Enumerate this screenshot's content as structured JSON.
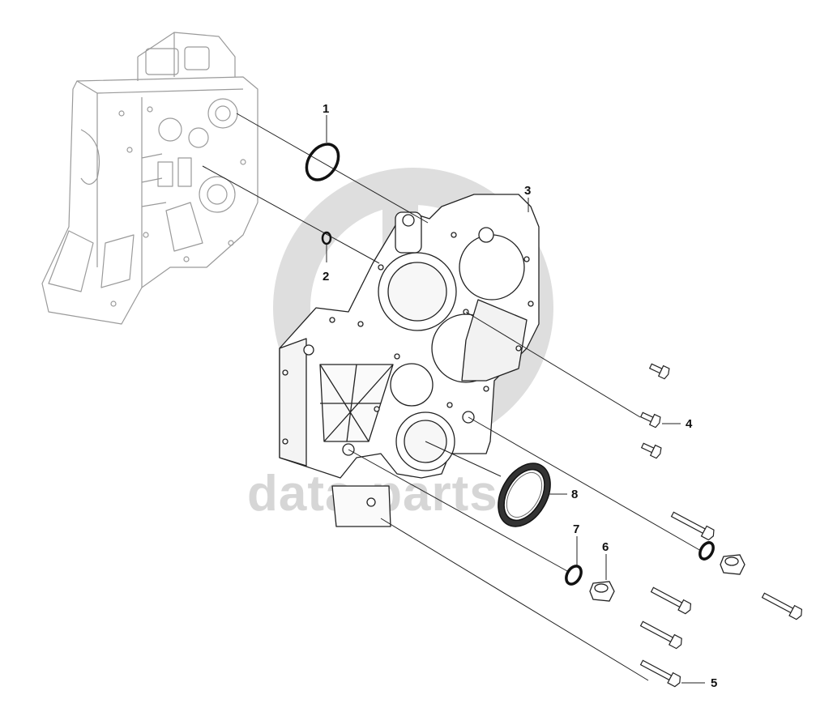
{
  "watermark": {
    "text": "data-parts"
  },
  "callouts": [
    {
      "id": "1",
      "label": "1"
    },
    {
      "id": "2",
      "label": "2"
    },
    {
      "id": "3",
      "label": "3"
    },
    {
      "id": "4",
      "label": "4"
    },
    {
      "id": "5",
      "label": "5"
    },
    {
      "id": "6",
      "label": "6"
    },
    {
      "id": "7",
      "label": "7"
    },
    {
      "id": "8",
      "label": "8"
    }
  ],
  "colors": {
    "line": "#222222",
    "ghost_line": "#9a9a9a",
    "watermark": "#d6d6d6",
    "background": "#ffffff"
  }
}
